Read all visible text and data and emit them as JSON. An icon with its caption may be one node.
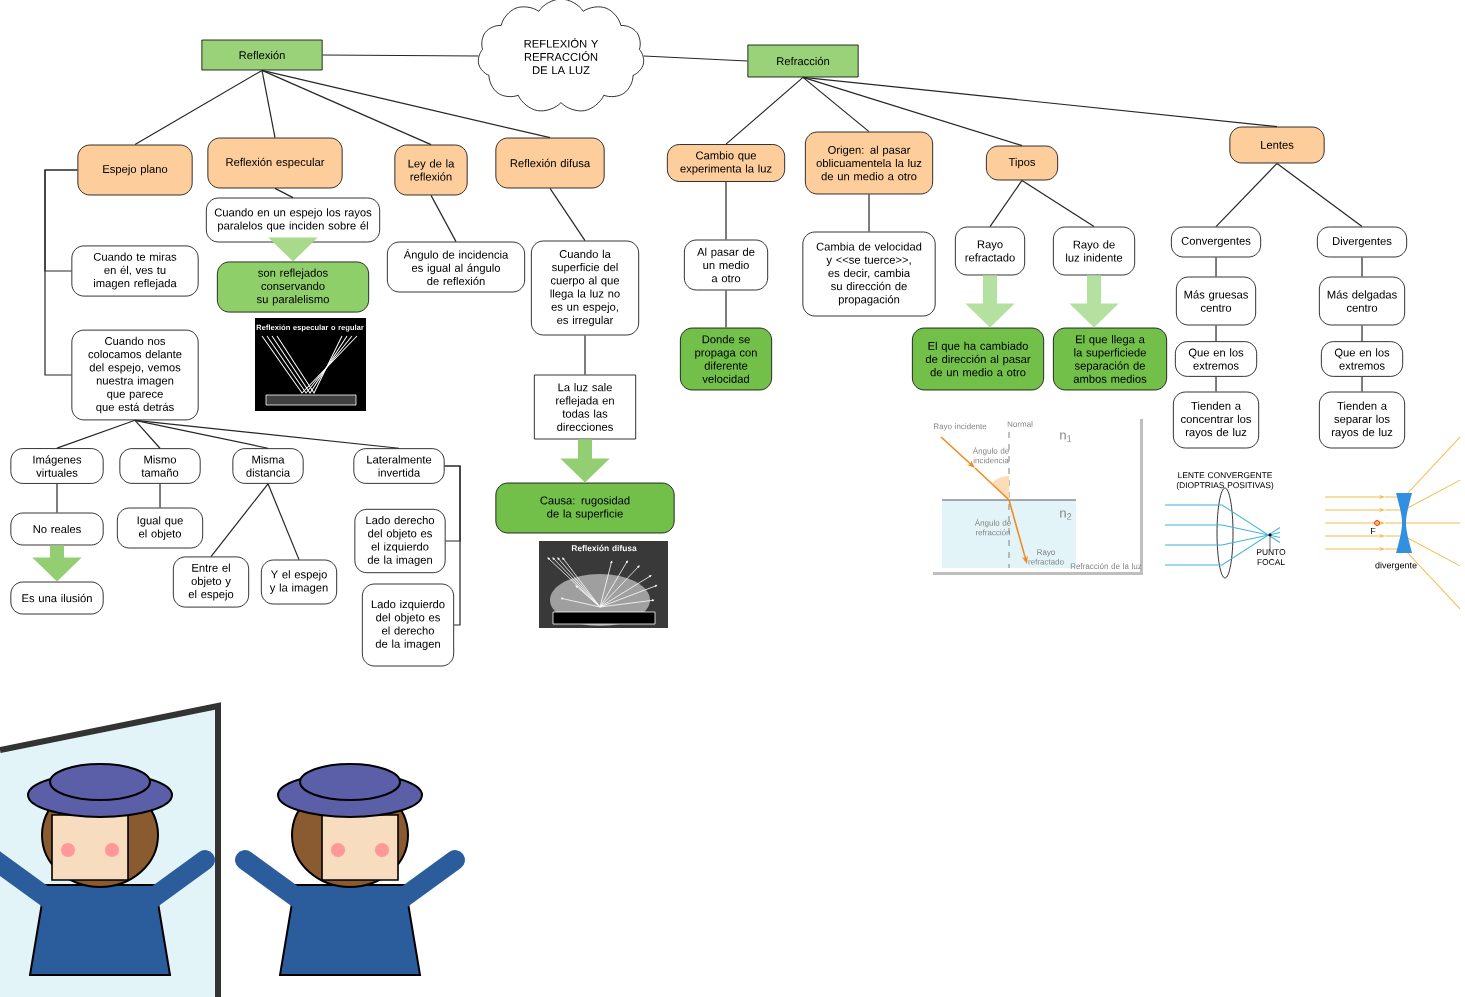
{
  "diagram": {
    "nodes": [
      {
        "text": [
          "REFLEXIÓN Y REFRACCIÓN DE LA LUZ"
        ]
      },
      {
        "text": [
          "Reflexión"
        ]
      },
      {
        "text": [
          "Refracción"
        ]
      },
      {
        "text": [
          "Espejo plano"
        ]
      },
      {
        "text": [
          "Reflexión especular"
        ]
      },
      {
        "text": [
          "Ley de la reflexión"
        ]
      },
      {
        "text": [
          "Reflexión difusa"
        ]
      },
      {
        "text": [
          "Cuando te miras en él, ves tu imagen reflejada"
        ]
      },
      {
        "text": [
          "Cuando en un espejo los rayos paralelos que inciden sobre él"
        ]
      },
      {
        "text": [
          "son reflejados conservando su paralelismo"
        ]
      },
      {
        "text": [
          "Ángulo de incidencia es igual al ángulo de reflexión"
        ]
      },
      {
        "text": [
          "Cuando la superficie del cuerpo al que llega la luz no es un espejo, es irregular"
        ]
      },
      {
        "text": [
          "La luz sale reflejada en todas las direcciones"
        ]
      },
      {
        "text": [
          "Causa: rugosidad de la superficie"
        ]
      },
      {
        "text": [
          "Cuando nos colocamos delante del espejo, vemos nuestra imagen que parece que está detrás"
        ]
      },
      {
        "text": [
          "Imágenes virtuales"
        ]
      },
      {
        "text": [
          "Mismo tamaño"
        ]
      },
      {
        "text": [
          "Misma distancia"
        ]
      },
      {
        "text": [
          "Lateralmente invertida"
        ]
      },
      {
        "text": [
          "No reales"
        ]
      },
      {
        "text": [
          "Igual que el objeto"
        ]
      },
      {
        "text": [
          "Entre el objeto y el espejo"
        ]
      },
      {
        "text": [
          "Y el espejo y la imagen"
        ]
      },
      {
        "text": [
          "Lado derecho del objeto es el izquierdo de la imagen"
        ]
      },
      {
        "text": [
          "Lado izquierdo del objeto es el derecho de la imagen"
        ]
      },
      {
        "text": [
          "Es una ilusión"
        ]
      },
      {
        "text": [
          "Cambio que experimenta la luz"
        ]
      },
      {
        "text": [
          "Origen: al pasar oblicuamentela la luz de un medio a otro"
        ]
      },
      {
        "text": [
          "Tipos"
        ]
      },
      {
        "text": [
          "Lentes"
        ]
      },
      {
        "text": [
          "Al pasar de un medio a otro"
        ]
      },
      {
        "text": [
          "Donde se propaga con diferente velocidad"
        ]
      },
      {
        "text": [
          "Cambia de velocidad y <<se tuerce>>, es decir, cambia su dirección de propagación"
        ]
      },
      {
        "text": [
          "Rayo refractado"
        ]
      },
      {
        "text": [
          "Rayo de luz inidente"
        ]
      },
      {
        "text": [
          "El que ha cambiado de dirección al pasar de un medio a otro"
        ]
      },
      {
        "text": [
          "El que llega a la superficiede separación de ambos medios"
        ]
      },
      {
        "text": [
          "Convergentes"
        ]
      },
      {
        "text": [
          "Divergentes"
        ]
      },
      {
        "text": [
          "Más gruesas centro"
        ]
      },
      {
        "text": [
          "Más delgadas centro"
        ]
      },
      {
        "text": [
          "Que en los extremos"
        ]
      },
      {
        "text": [
          "Que en los extremos"
        ]
      },
      {
        "text": [
          "Tienden a concentrar los rayos de luz"
        ]
      },
      {
        "text": [
          "Tienden a separar los rayos de luz"
        ]
      }
    ],
    "edges": [
      {
        "from": 0,
        "to": 1,
        "arrow": "none"
      },
      {
        "from": 0,
        "to": 2,
        "arrow": "none"
      },
      {
        "from": 1,
        "to": 3,
        "arrow": "none"
      },
      {
        "from": 1,
        "to": 4,
        "arrow": "none"
      },
      {
        "from": 1,
        "to": 5,
        "arrow": "none"
      },
      {
        "from": 1,
        "to": 6,
        "arrow": "none"
      },
      {
        "from": 3,
        "to": 7,
        "arrow": "none"
      },
      {
        "from": 3,
        "to": 14,
        "arrow": "none"
      },
      {
        "from": 4,
        "to": 8,
        "arrow": "none"
      },
      {
        "from": 8,
        "to": 9,
        "arrow": "to",
        "style": "thick",
        "color": "#a9da8c"
      },
      {
        "from": 5,
        "to": 10,
        "arrow": "none"
      },
      {
        "from": 6,
        "to": 11,
        "arrow": "none"
      },
      {
        "from": 11,
        "to": 12,
        "arrow": "none"
      },
      {
        "from": 12,
        "to": 13,
        "arrow": "to",
        "style": "thick",
        "color": "#93cf72"
      },
      {
        "from": 14,
        "to": 15,
        "arrow": "none"
      },
      {
        "from": 14,
        "to": 16,
        "arrow": "none"
      },
      {
        "from": 14,
        "to": 17,
        "arrow": "none"
      },
      {
        "from": 14,
        "to": 18,
        "arrow": "none"
      },
      {
        "from": 15,
        "to": 19,
        "arrow": "none"
      },
      {
        "from": 19,
        "to": 25,
        "arrow": "to",
        "style": "thick",
        "color": "#93cf72"
      },
      {
        "from": 16,
        "to": 20,
        "arrow": "none"
      },
      {
        "from": 17,
        "to": 21,
        "arrow": "none"
      },
      {
        "from": 17,
        "to": 22,
        "arrow": "none"
      },
      {
        "from": 18,
        "to": 23,
        "arrow": "none"
      },
      {
        "from": 18,
        "to": 24,
        "arrow": "none"
      },
      {
        "from": 2,
        "to": 26,
        "arrow": "none"
      },
      {
        "from": 2,
        "to": 27,
        "arrow": "none"
      },
      {
        "from": 2,
        "to": 28,
        "arrow": "none"
      },
      {
        "from": 2,
        "to": 29,
        "arrow": "none"
      },
      {
        "from": 26,
        "to": 30,
        "arrow": "none"
      },
      {
        "from": 30,
        "to": 31,
        "arrow": "none"
      },
      {
        "from": 27,
        "to": 32,
        "arrow": "none"
      },
      {
        "from": 28,
        "to": 33,
        "arrow": "none"
      },
      {
        "from": 28,
        "to": 34,
        "arrow": "none"
      },
      {
        "from": 33,
        "to": 35,
        "arrow": "to",
        "style": "thick",
        "color": "#b4e0a0"
      },
      {
        "from": 34,
        "to": 36,
        "arrow": "to",
        "style": "thick",
        "color": "#b4e0a0"
      },
      {
        "from": 29,
        "to": 37,
        "arrow": "none"
      },
      {
        "from": 29,
        "to": 38,
        "arrow": "none"
      },
      {
        "from": 37,
        "to": 39,
        "arrow": "none"
      },
      {
        "from": 39,
        "to": 41,
        "arrow": "none"
      },
      {
        "from": 41,
        "to": 43,
        "arrow": "none"
      },
      {
        "from": 38,
        "to": 40,
        "arrow": "none"
      },
      {
        "from": 40,
        "to": 42,
        "arrow": "none"
      },
      {
        "from": 42,
        "to": 44,
        "arrow": "none"
      }
    ],
    "labels": [
      "Reflexión especular o regular",
      "Reflexión difusa",
      "Rayo incidente",
      "Normal",
      "n$_{1}$",
      "Ángulo de incidencia",
      "Ángulo de refracción",
      "n$_{2}$",
      "Rayo refractado",
      "Refracción de la luz",
      "LENTE CONVERGENTE (DIOPTRIAS POSITIVAS)",
      "PUNTO FOCAL",
      "F",
      "divergente"
    ]
  }
}
